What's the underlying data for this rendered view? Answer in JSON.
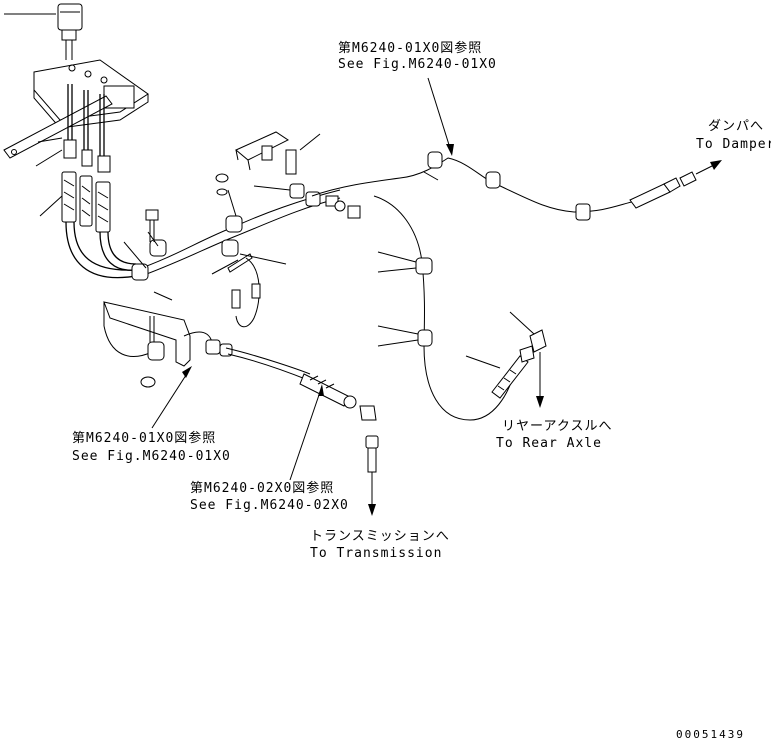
{
  "references": {
    "top": {
      "jp": "第M6240-01X0図参照",
      "en": "See Fig.M6240-01X0"
    },
    "left": {
      "jp": "第M6240-01X0図参照",
      "en": "See Fig.M6240-01X0"
    },
    "bottom": {
      "jp": "第M6240-02X0図参照",
      "en": "See Fig.M6240-02X0"
    }
  },
  "destinations": {
    "damper": {
      "jp": "ダンパへ",
      "en": "To Damper"
    },
    "rear_axle": {
      "jp": "リヤーアクスルへ",
      "en": "To Rear Axle"
    },
    "transmission": {
      "jp": "トランスミッションへ",
      "en": "To Transmission"
    }
  },
  "drawing_code": "00051439"
}
